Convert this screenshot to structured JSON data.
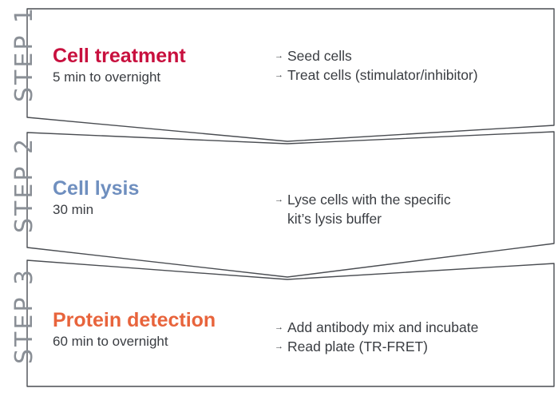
{
  "colors": {
    "border": "#4a4d52",
    "step_label": "#8a8f96",
    "body_text": "#3a3d42",
    "step1_title": "#c8103e",
    "step2_title": "#6f8fbf",
    "step3_title": "#e8643c"
  },
  "icons": {
    "bullet": "arrow-right-icon"
  },
  "steps": [
    {
      "label": "STEP 1",
      "title": "Cell treatment",
      "duration": "5 min to overnight",
      "bullets": [
        {
          "arrow": "→",
          "text": "Seed cells"
        },
        {
          "arrow": "→",
          "text": "Treat cells (stimulator/inhibitor)"
        }
      ]
    },
    {
      "label": "STEP 2",
      "title": "Cell lysis",
      "duration": "30 min",
      "bullets": [
        {
          "arrow": "→",
          "text": "Lyse cells with the specific\nkit’s lysis buffer"
        }
      ]
    },
    {
      "label": "STEP 3",
      "title": "Protein detection",
      "duration": "60 min to overnight",
      "bullets": [
        {
          "arrow": "→",
          "text": "Add antibody mix and incubate"
        },
        {
          "arrow": "→",
          "text": "Read plate (TR-FRET)"
        }
      ]
    }
  ]
}
